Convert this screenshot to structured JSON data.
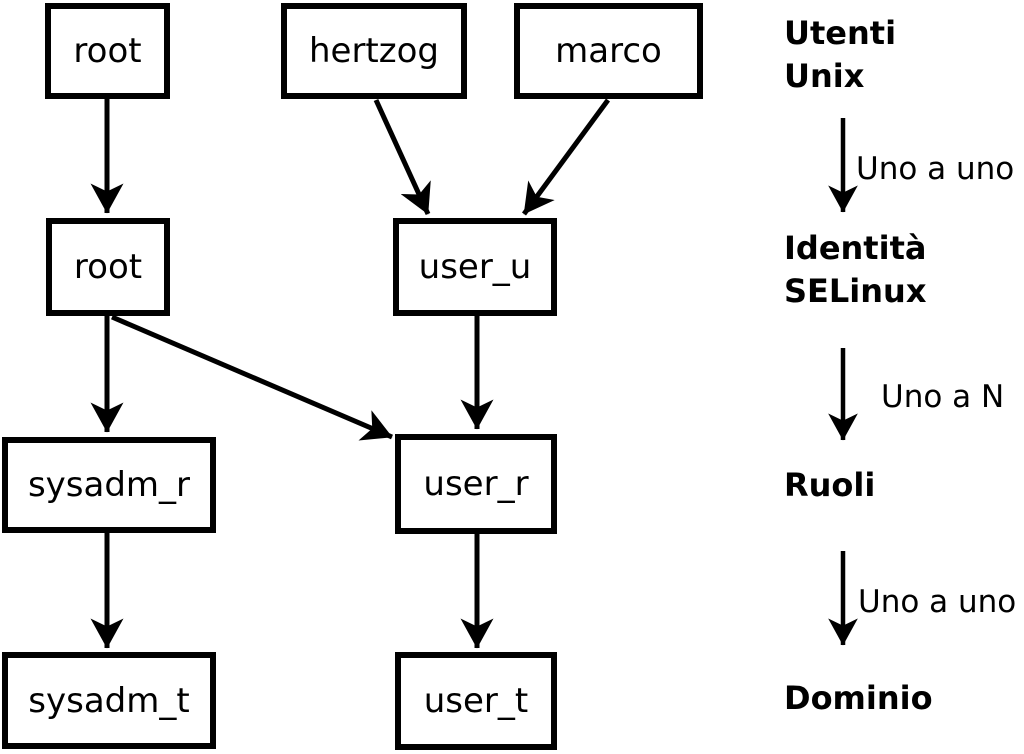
{
  "colors": {
    "ink": "#000000",
    "paper": "#ffffff"
  },
  "diagram": {
    "nodes": [
      {
        "id": "unix-root",
        "label": "root"
      },
      {
        "id": "unix-hertzog",
        "label": "hertzog"
      },
      {
        "id": "unix-marco",
        "label": "marco"
      },
      {
        "id": "selinux-root",
        "label": "root"
      },
      {
        "id": "selinux-user-u",
        "label": "user_u"
      },
      {
        "id": "role-sysadm-r",
        "label": "sysadm_r"
      },
      {
        "id": "role-user-r",
        "label": "user_r"
      },
      {
        "id": "domain-sysadm-t",
        "label": "sysadm_t"
      },
      {
        "id": "domain-user-t",
        "label": "user_t"
      }
    ],
    "edges": [
      {
        "from": "unix-root",
        "to": "selinux-root"
      },
      {
        "from": "unix-hertzog",
        "to": "selinux-user-u"
      },
      {
        "from": "unix-marco",
        "to": "selinux-user-u"
      },
      {
        "from": "selinux-root",
        "to": "role-sysadm-r"
      },
      {
        "from": "selinux-root",
        "to": "role-user-r"
      },
      {
        "from": "selinux-user-u",
        "to": "role-user-r"
      },
      {
        "from": "role-sysadm-r",
        "to": "domain-sysadm-t"
      },
      {
        "from": "role-user-r",
        "to": "domain-user-t"
      }
    ]
  },
  "legend": {
    "levels": [
      "Utenti\nUnix",
      "Identità\nSELinux",
      "Ruoli",
      "Dominio"
    ],
    "connectors": [
      "Uno a uno",
      "Uno a N",
      "Uno a uno"
    ]
  }
}
